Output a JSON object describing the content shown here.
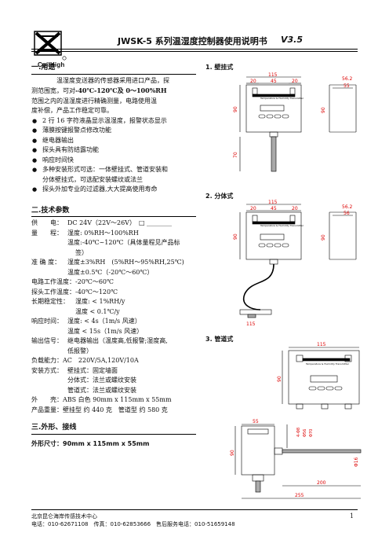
{
  "header": {
    "logo_text": "CoilHigh",
    "title": "JWSK-5 系列温湿度控制器使用说明书",
    "version": "V3.5"
  },
  "sec1": {
    "heading": "一.用途",
    "intro1": "温湿度变送器的传感器采用进口产品，探",
    "intro2": "测范围宽，可对",
    "intro_bold": "-40℃-120℃及 0～100%RH",
    "intro3": "范围之内的温湿度进行精确测量，电路使用温",
    "intro4": "度补偿，产品工作稳定可靠。",
    "bullets": [
      "2 行 16 字符液晶显示温湿度，报警状态显示",
      "薄膜按键报警点修改功能",
      "继电器输出",
      "探头具有防结露功能",
      "响应时间快",
      "多种安装形式可选：一体壁挂式、管道安装和",
      "探头外加专业的过滤器,大大提高使用寿命"
    ],
    "bullet6_cont": "分体壁挂式，可选配安装螺纹或法兰"
  },
  "sec2": {
    "heading": "二.技术参数",
    "power_label": "供　　电：",
    "power_value": "DC 24V（22V～26V）　□ ________",
    "range_label": "量　　程：",
    "range_1": "湿度: 0%RH～100%RH",
    "range_2": "温度:-40℃~120℃（具体量程见产品标",
    "range_2b": "签）",
    "acc_label": "准 确 度：",
    "acc_1": "湿度±3%RH　(5%RH～95%RH,25℃)",
    "acc_2": "温度±0.5℃（-20℃～60℃）",
    "circ_temp": "电路工作温度：-20℃～60℃",
    "probe_temp": "探头工作温度：-40℃～120℃",
    "stab_label": "长期稳定性：",
    "stab_1": "湿度: < 1%RH/y",
    "stab_2": "温度 < 0.1℃/y",
    "resp_label": "响应时间：",
    "resp_1": "湿度: < 4s（1m/s 风速）",
    "resp_2": "温度 < 15s（1m/s 风速）",
    "out_label": "输出信号：",
    "out_1": "继电器输出（温度高,低报警;湿度高,",
    "out_2": "低报警）",
    "load": "负载能力：AC　220V/5A,120V/10A",
    "mount_label": "安装方式：",
    "mount_1": "壁挂式：固定墙面",
    "mount_2": "分体式：法兰或螺纹安装",
    "mount_3": "管道式：法兰或螺纹安装",
    "shell": "外　　壳：ABS 白色 90mm x 115mm x 55mm",
    "weight": "产品重量：壁挂型 约 440 克　管道型 约 580 克"
  },
  "sec3": {
    "heading": "三.外形、接线",
    "size": "外形尺寸：90mm x 115mm x 55mm"
  },
  "figures": {
    "cap1": "1.  壁挂式",
    "cap2": "2.  分体式",
    "cap3": "3.  管道式",
    "panel_text": "Temperature & Humidity Transmitter",
    "d115": "115",
    "d20": "20",
    "d45": "45",
    "d90": "90",
    "d70": "70",
    "d562": "56.2",
    "d55": "55",
    "d56": "56",
    "d115b": "115",
    "d55b": "55",
    "d200": "200",
    "d255": "255",
    "dM": "4-Φ8",
    "dPhi56": "Φ56",
    "dPhi70": "Φ70",
    "dPhi": "Φ16"
  },
  "footer": {
    "line1": "北京昆仑海岸传感技术中心",
    "line2": "电话：010-62671108　传真：010-62853666　售后服务电话：010-51659148",
    "page": "1"
  }
}
